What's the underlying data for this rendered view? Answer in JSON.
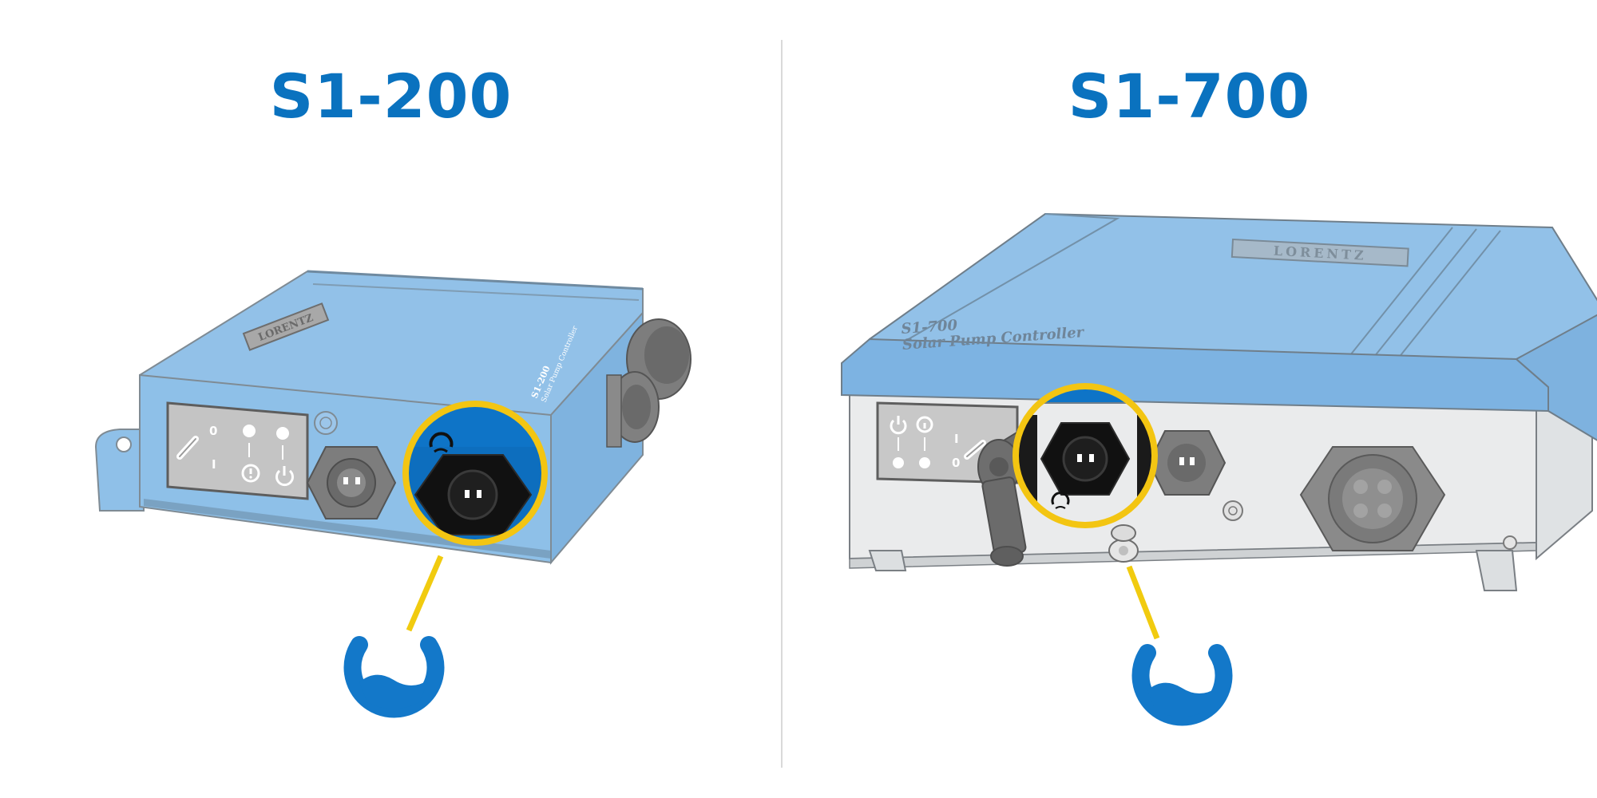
{
  "colors": {
    "title": "#0a72bf",
    "device_blue": "#8fc0e8",
    "device_blue_dark": "#0e74c7",
    "device_outline": "#7f8b94",
    "panel_gray": "#e6e8ea",
    "connector_dark": "#141414",
    "highlight_ring": "#f3c512",
    "leader_line": "#f1cb0f",
    "sensor_icon": "#1378c9",
    "divider": "#d9d9d9"
  },
  "panels": [
    {
      "title": "S1-200",
      "device_brand": "LORENTZ",
      "device_model": "S1-200",
      "device_subtitle": "Solar Pump Controller",
      "switch_on": "I",
      "switch_off": "0",
      "highlight_icon": "water-sensor-icon"
    },
    {
      "title": "S1-700",
      "device_brand": "LORENTZ",
      "device_model": "S1-700",
      "device_subtitle": "Solar Pump Controller",
      "switch_on": "I",
      "switch_off": "0",
      "highlight_icon": "water-sensor-icon"
    }
  ]
}
